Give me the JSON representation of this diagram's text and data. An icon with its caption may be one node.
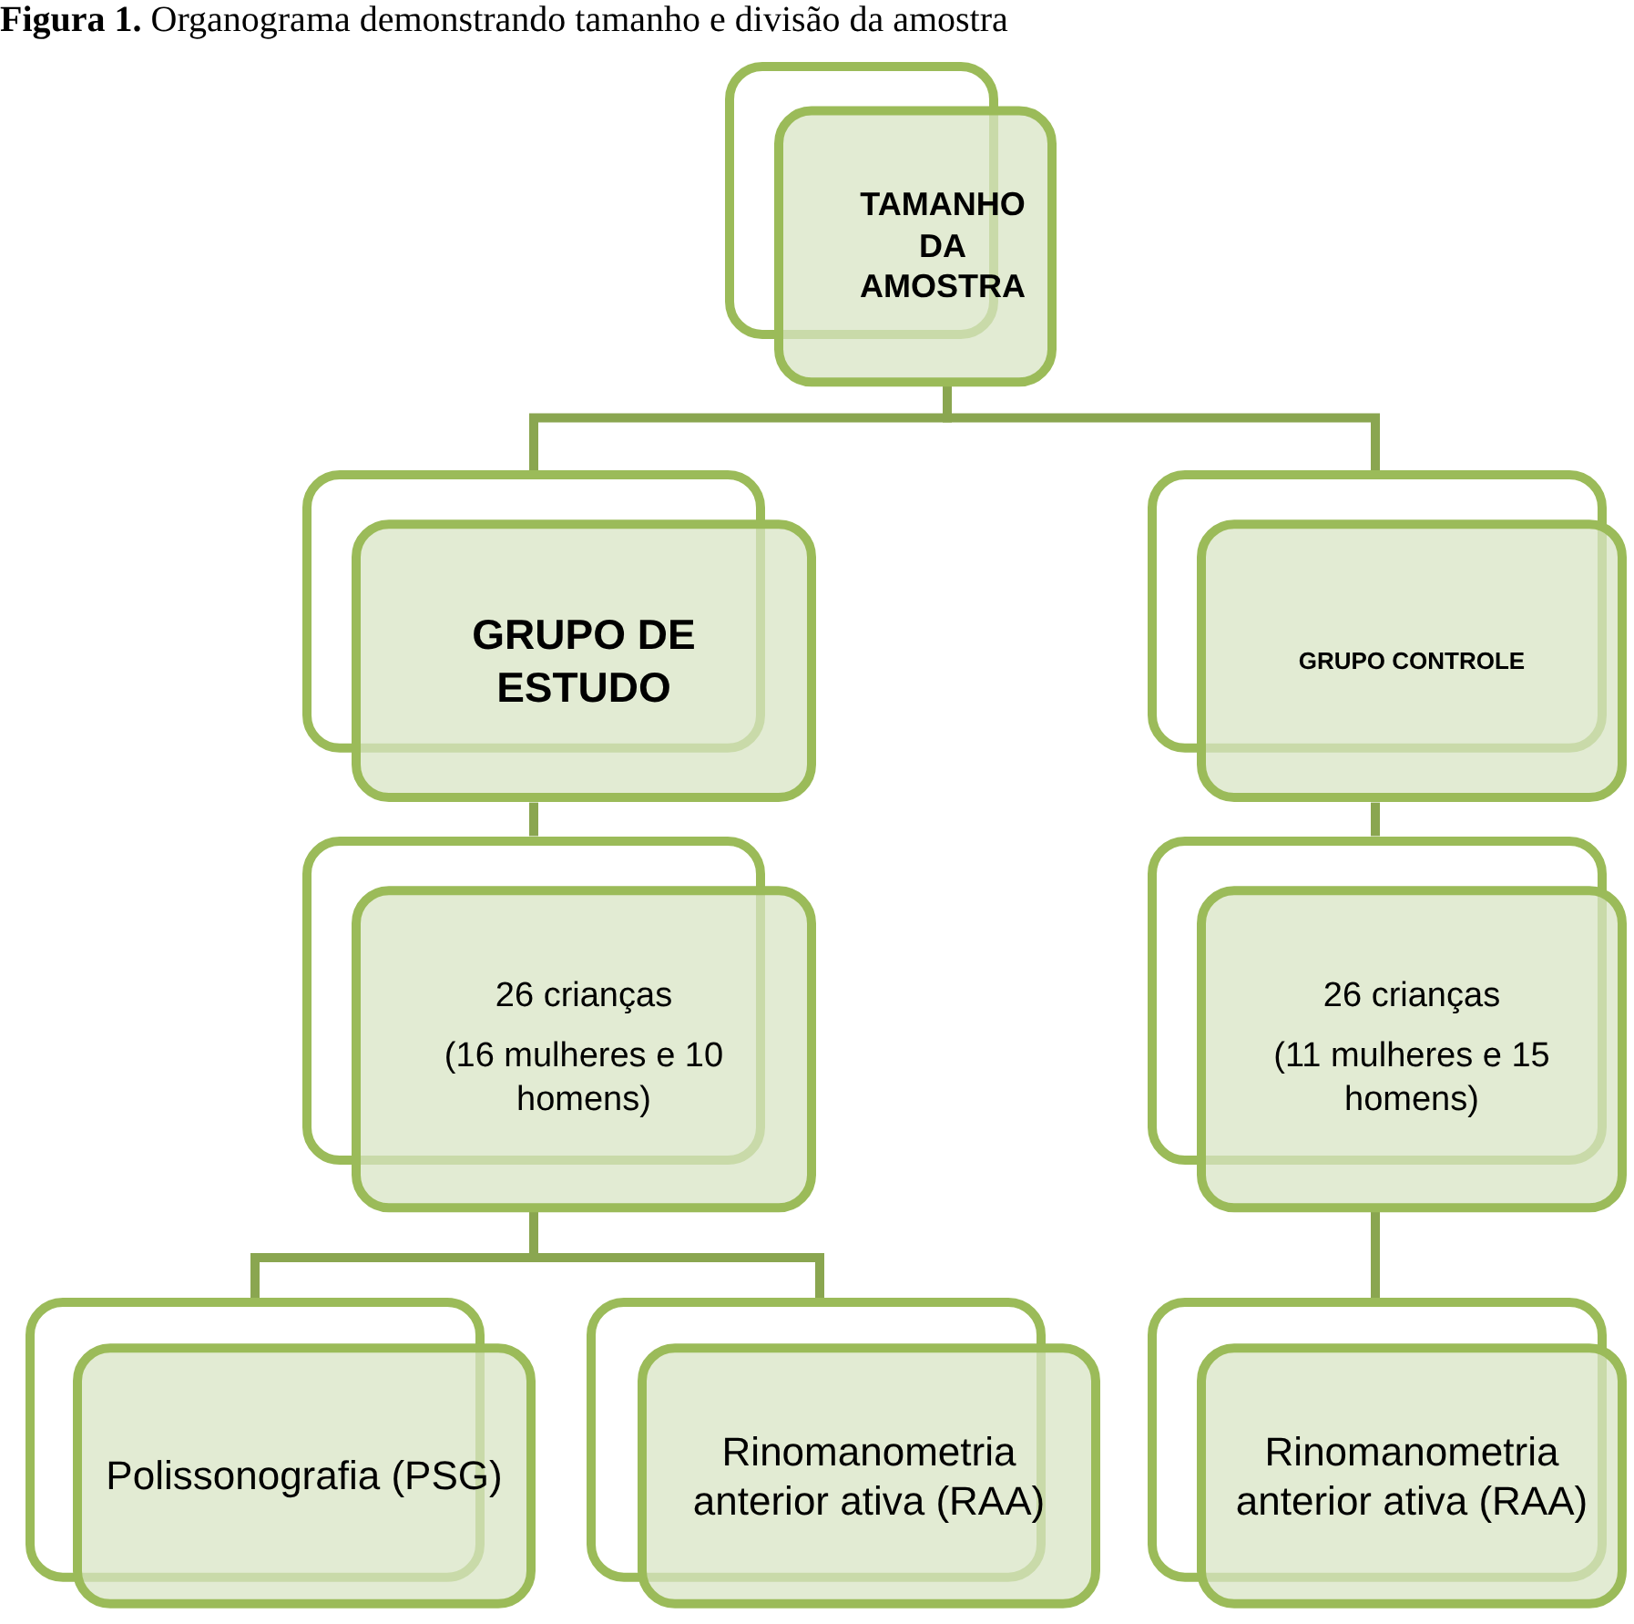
{
  "diagram": {
    "title": "**Figura 1.** Organograma demonstrando tamanho e divisão da amostra",
    "nodes": [
      {
        "text": [
          "TAMANHO DA AMOSTRA"
        ]
      },
      {
        "text": [
          "GRUPO DE ESTUDO"
        ]
      },
      {
        "text": [
          "GRUPO CONTROLE"
        ]
      },
      {
        "text": [
          "26 crianças",
          "(16 mulheres e 10 homens)"
        ]
      },
      {
        "text": [
          "26 crianças",
          "(11 mulheres e 15 homens)"
        ]
      },
      {
        "text": [
          "Polissonografia (PSG)"
        ]
      },
      {
        "text": [
          "Rinomanometria anterior ativa (RAA)"
        ]
      },
      {
        "text": [
          "Rinomanometria anterior ativa (RAA)"
        ]
      }
    ],
    "edges": [
      {
        "from": 0,
        "to": 1,
        "arrow": "none"
      },
      {
        "from": 0,
        "to": 2,
        "arrow": "none"
      },
      {
        "from": 1,
        "to": 3,
        "arrow": "none"
      },
      {
        "from": 2,
        "to": 4,
        "arrow": "none"
      },
      {
        "from": 3,
        "to": 5,
        "arrow": "none"
      },
      {
        "from": 3,
        "to": 6,
        "arrow": "none"
      },
      {
        "from": 4,
        "to": 7,
        "arrow": "none"
      }
    ]
  }
}
